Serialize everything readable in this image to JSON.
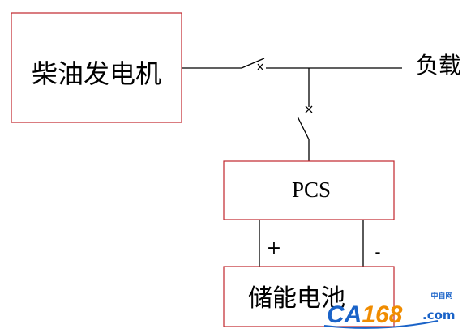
{
  "diagram": {
    "generator_label": "柴油发电机",
    "load_label": "负载",
    "pcs_label": "PCS",
    "battery_label": "储能电池",
    "positive_label": "+",
    "negative_label": "-"
  },
  "watermark": {
    "logo_text_left": "CA",
    "logo_text_right": "168",
    "logo_suffix": ".com",
    "logo_subtitle": "中自网"
  },
  "colors": {
    "box_border": "#c0262c",
    "line": "#000000",
    "logo_blue": "#1a63c8",
    "logo_orange": "#f08c00"
  }
}
